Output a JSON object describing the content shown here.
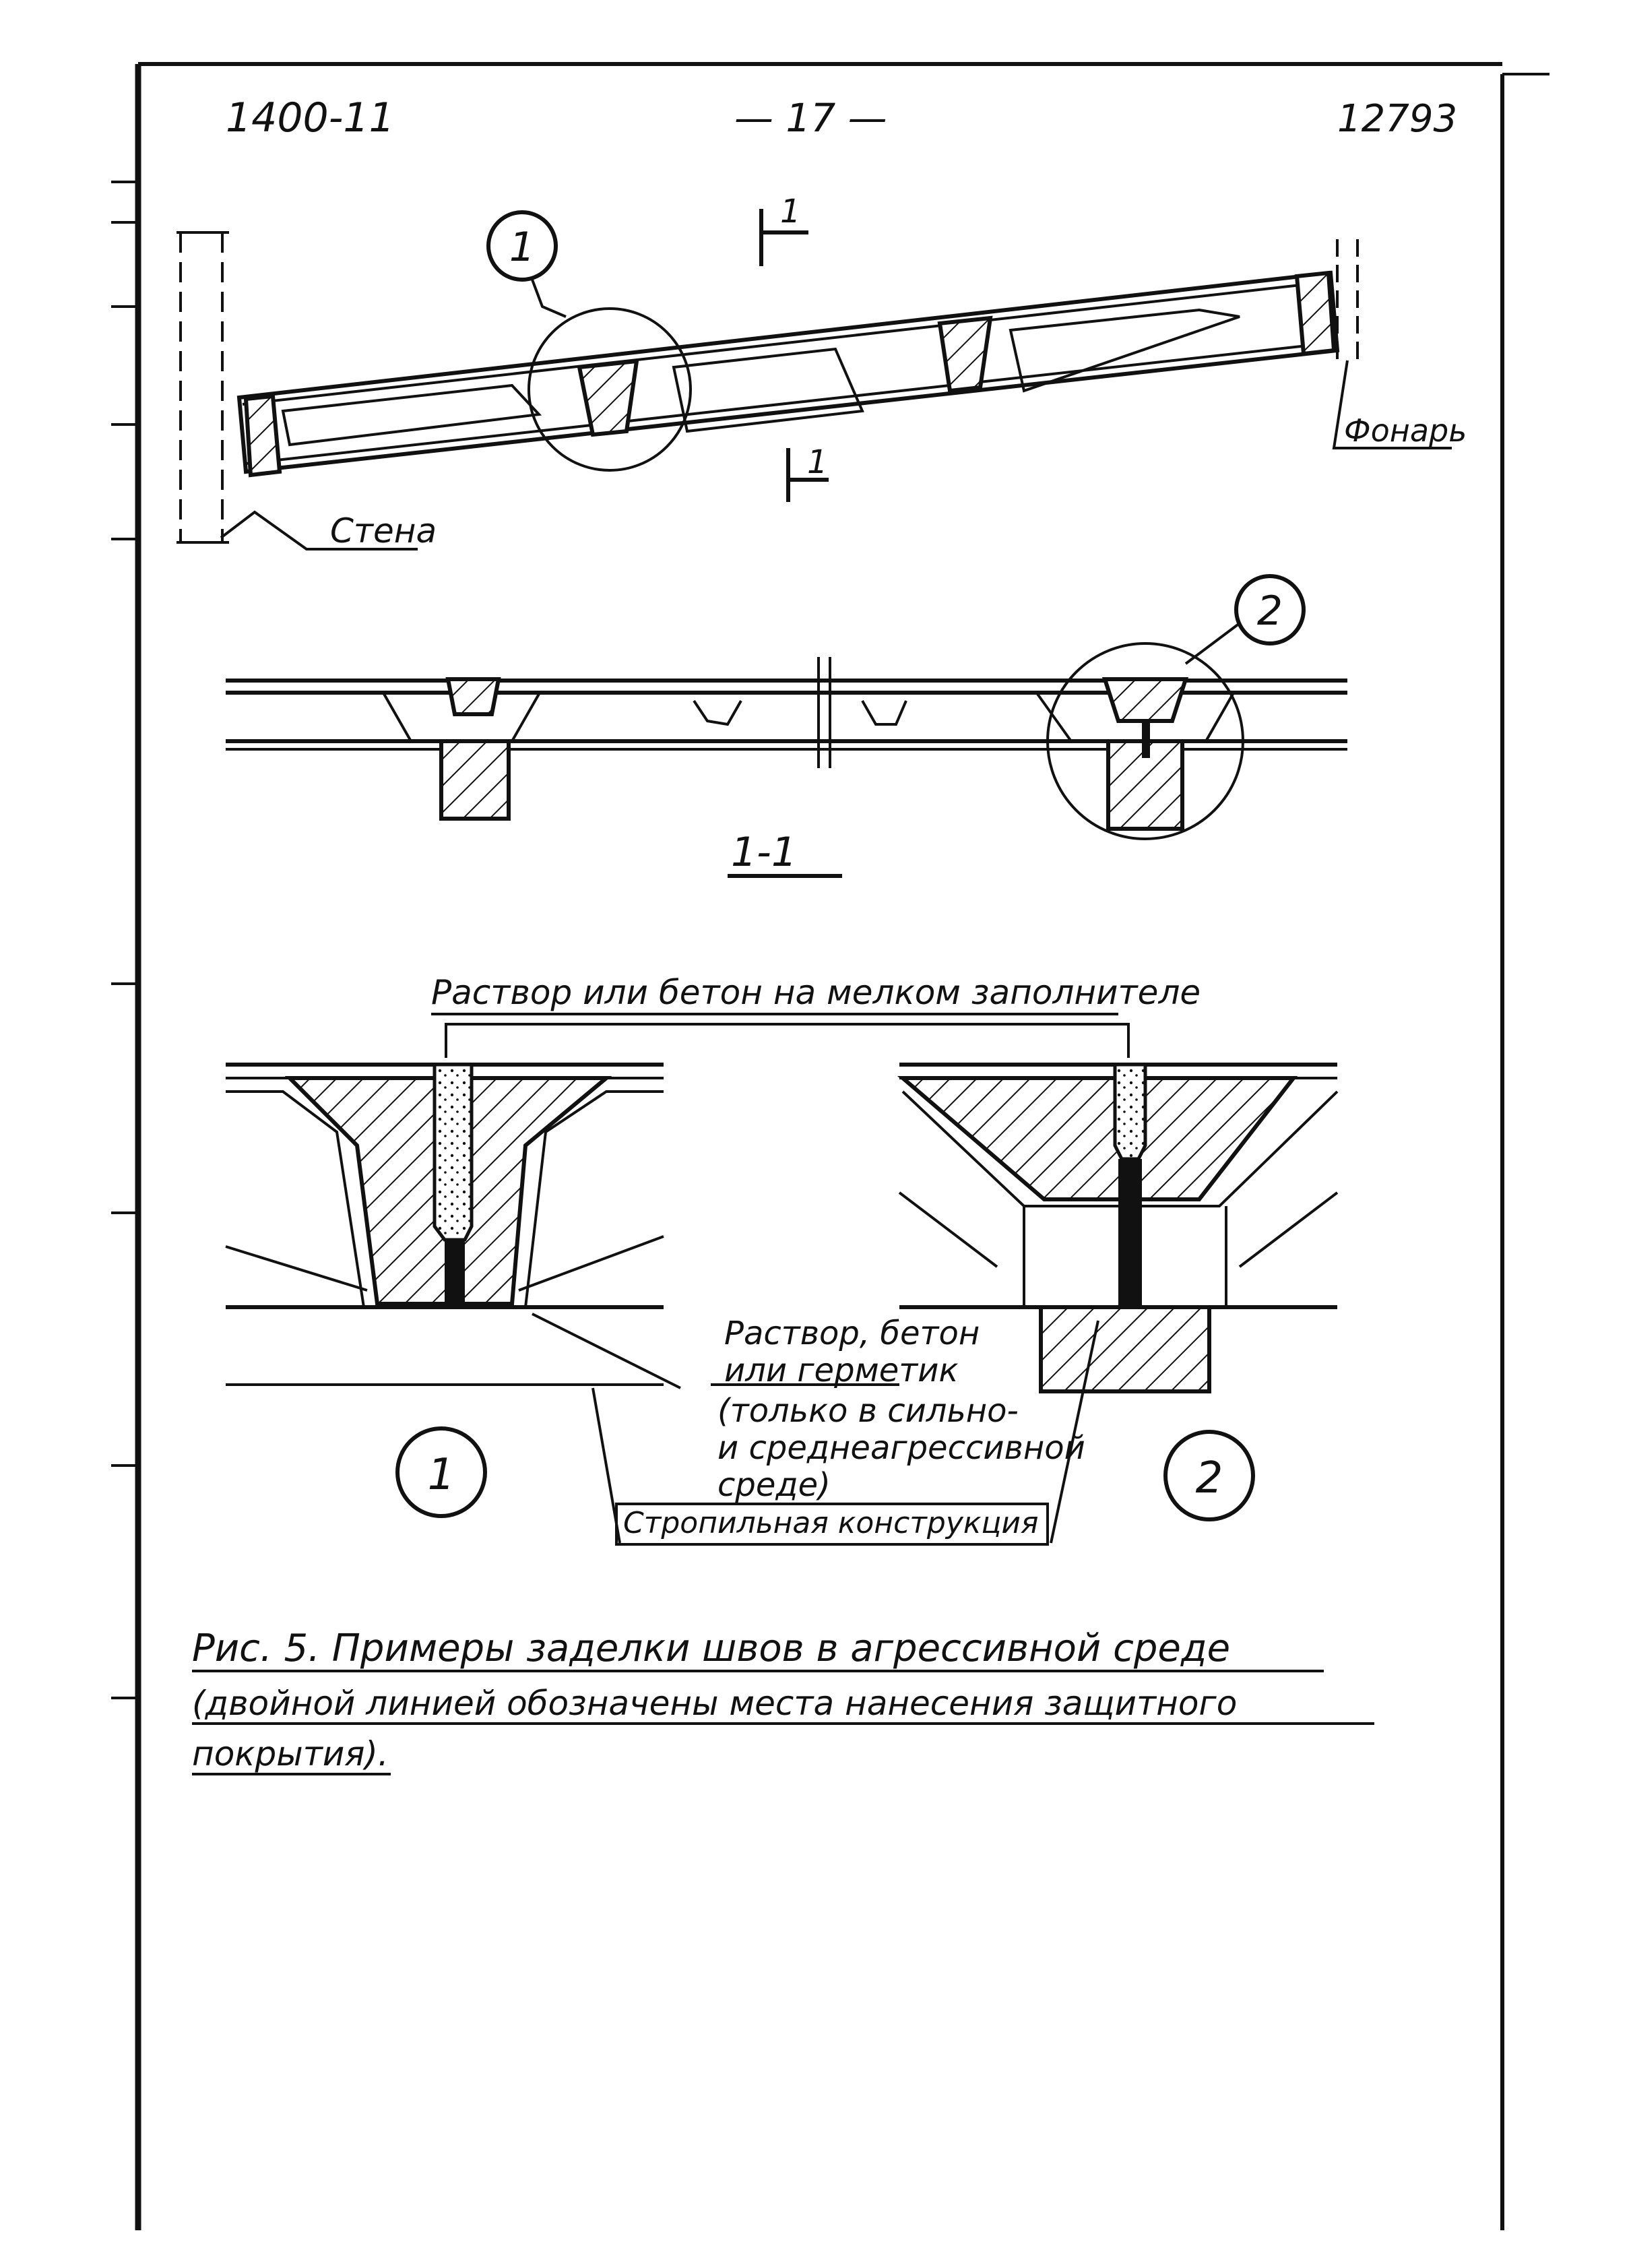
{
  "header": {
    "doc_code": "1400-11",
    "page_number": "— 17 —",
    "sheet_code": "12793"
  },
  "callouts": {
    "node_1": "1",
    "node_2": "2",
    "section_mark": "1"
  },
  "labels": {
    "wall": "Стена",
    "facade": "Фонарь",
    "section": "1-1",
    "mortar_fine": "Раствор или бетон на мелком заполнителе",
    "mortar_seal_line1": "Раствор, бетон",
    "mortar_seal_line2": "или герметик",
    "mortar_seal_line3": "(только в сильно-",
    "mortar_seal_line4": "и среднеагрессивной",
    "mortar_seal_line5": "среде)",
    "rafter": "Стропильная конструкция"
  },
  "caption": {
    "line1": "Рис. 5. Примеры заделки швов в агрессивной среде",
    "line2": "(двойной линией обозначены места нанесения защитного",
    "line3": "покрытия)."
  }
}
